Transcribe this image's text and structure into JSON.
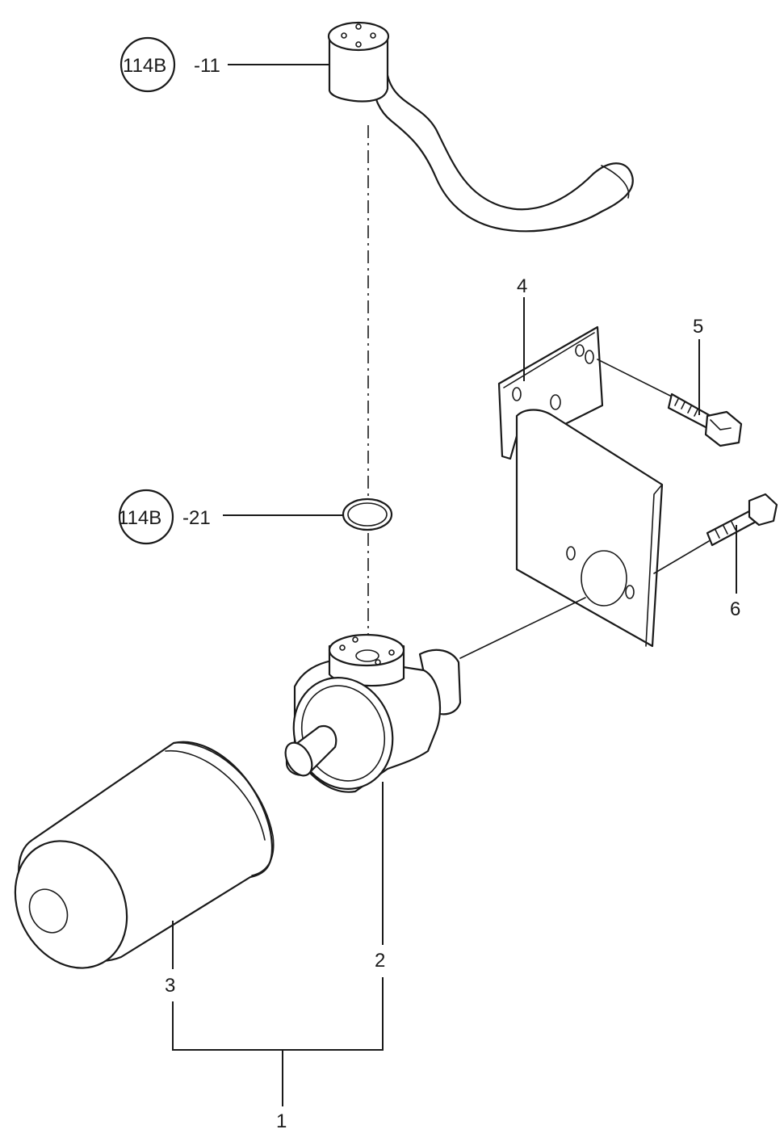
{
  "refs": {
    "ref1": {
      "circled": "114B",
      "suffix": "-11"
    },
    "ref2": {
      "circled": "114B",
      "suffix": "-21"
    }
  },
  "callouts": {
    "c1": "1",
    "c2": "2",
    "c3": "3",
    "c4": "4",
    "c5": "5",
    "c6": "6"
  }
}
